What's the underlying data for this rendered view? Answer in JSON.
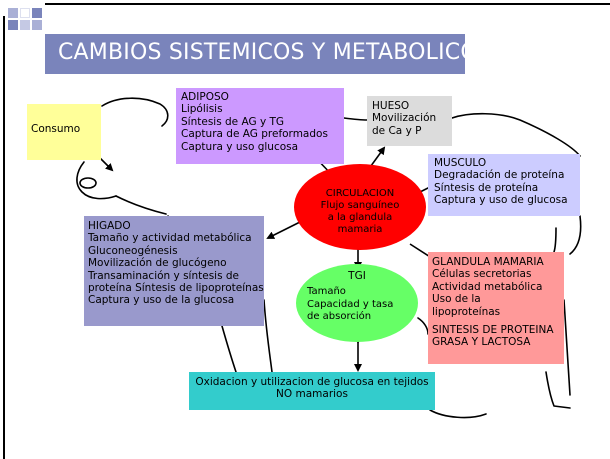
{
  "title": "CAMBIOS SISTEMICOS Y METABOLICOS",
  "colors": {
    "title_bar": "#7a84bb",
    "consumo": "#ffff99",
    "adiposo": "#cc99ff",
    "hueso": "#dcdcdc",
    "musculo": "#ccccff",
    "higado": "#9999cc",
    "glandula": "#ff9999",
    "oxidacion": "#33cccc",
    "circulacion": "#ff0000",
    "tgi": "#66ff66"
  },
  "consumo": {
    "label": "Consumo"
  },
  "adiposo": {
    "lines": [
      "ADIPOSO",
      "Lipólisis",
      "Síntesis de AG y TG",
      "Captura de AG preformados",
      "Captura y uso glucosa"
    ]
  },
  "hueso": {
    "lines": [
      "HUESO",
      "Movilización",
      "de Ca y P"
    ]
  },
  "musculo": {
    "lines": [
      "MUSCULO",
      "Degradación de proteína",
      "Síntesis de proteína",
      "Captura y uso de glucosa"
    ]
  },
  "circulacion": {
    "lines": [
      "CIRCULACION",
      "Flujo sanguíneo",
      "a la glandula",
      "mamaria"
    ]
  },
  "higado": {
    "lines": [
      "HIGADO",
      "Tamaño y actividad metabólica",
      "Gluconeogénesis",
      "Movilización de glucógeno",
      "Transaminación y síntesis de",
      "proteína Síntesis de lipoproteínas",
      "Captura y uso de la glucosa"
    ]
  },
  "tgi": {
    "title": "TGI",
    "lines": [
      "Tamaño",
      "Capacidad y tasa",
      "de absorción"
    ]
  },
  "glandula": {
    "lines": [
      "GLANDULA MAMARIA",
      "Células secretorias",
      "Actividad metabólica",
      "Uso de la",
      "lipoproteínas"
    ],
    "sub_lines": [
      "SINTESIS DE PROTEINA",
      "GRASA Y LACTOSA"
    ]
  },
  "oxidacion": {
    "lines": [
      "Oxidacion y utilizacion de glucosa en tejidos",
      "NO mamarios"
    ]
  }
}
